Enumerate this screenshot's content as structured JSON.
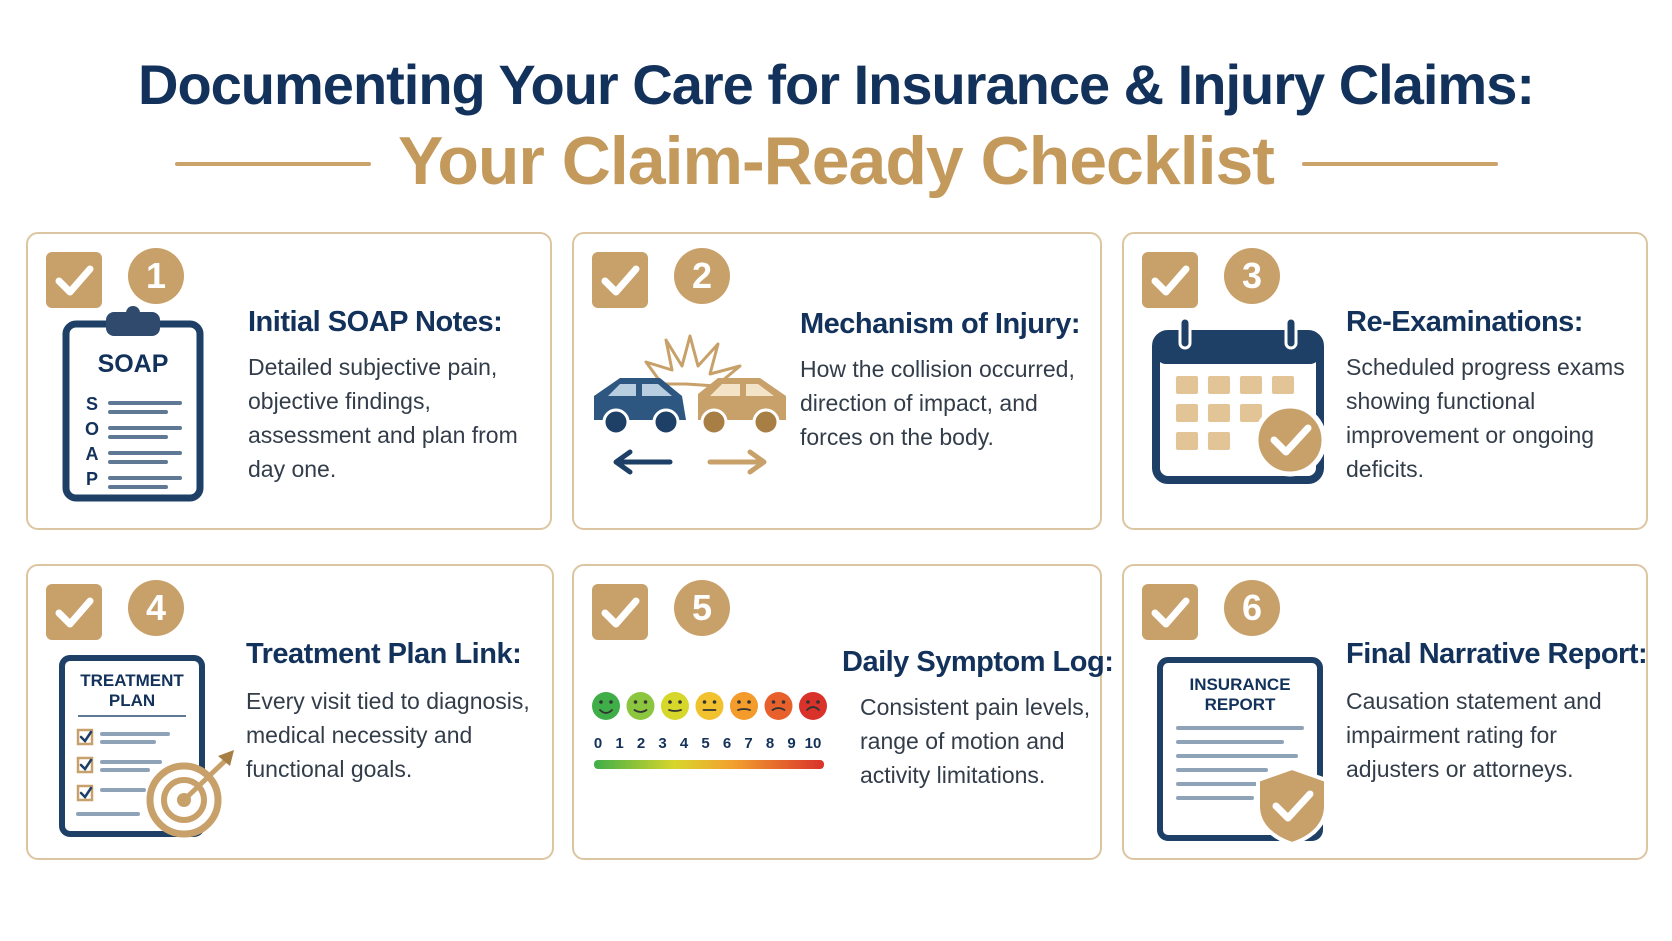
{
  "header": {
    "title": "Documenting Your Care for Insurance & Injury Claims:",
    "subtitle": "Your Claim-Ready Checklist"
  },
  "colors": {
    "navy": "#13325b",
    "gold": "#c8a06a",
    "card_border": "#dcc6a2"
  },
  "cards": [
    {
      "number": "1",
      "title": "Initial SOAP Notes:",
      "description": "Detailed subjective pain, objective findings, assessment and plan from day one.",
      "icon": "soap-clipboard-icon",
      "icon_label": "SOAP",
      "icon_letters": [
        "S",
        "O",
        "A",
        "P"
      ]
    },
    {
      "number": "2",
      "title": "Mechanism of Injury:",
      "description": "How the collision occurred, direction of impact, and forces on the body.",
      "icon": "car-collision-icon"
    },
    {
      "number": "3",
      "title": "Re-Examinations:",
      "description": "Scheduled progress exams showing functional improvement or ongoing deficits.",
      "icon": "calendar-check-icon"
    },
    {
      "number": "4",
      "title": "Treatment Plan Link:",
      "description": "Every visit tied to diagnosis, medical necessity and functional goals.",
      "icon": "treatment-plan-target-icon",
      "icon_label_line1": "TREATMENT",
      "icon_label_line2": "PLAN"
    },
    {
      "number": "5",
      "title": "Daily Symptom Log:",
      "description": "Consistent pain levels, range of motion and activity limitations.",
      "icon": "pain-scale-icon",
      "scale": [
        "0",
        "1",
        "2",
        "3",
        "4",
        "5",
        "6",
        "7",
        "8",
        "9",
        "10"
      ],
      "face_colors": [
        "#3fae49",
        "#8cc63f",
        "#d7d62b",
        "#f2c12e",
        "#f39c2b",
        "#e8612c",
        "#d9322b"
      ]
    },
    {
      "number": "6",
      "title": "Final Narrative Report:",
      "description": "Causation statement and impairment rating for adjusters or attorneys.",
      "icon": "insurance-report-shield-icon",
      "icon_label_line1": "INSURANCE",
      "icon_label_line2": "REPORT"
    }
  ]
}
